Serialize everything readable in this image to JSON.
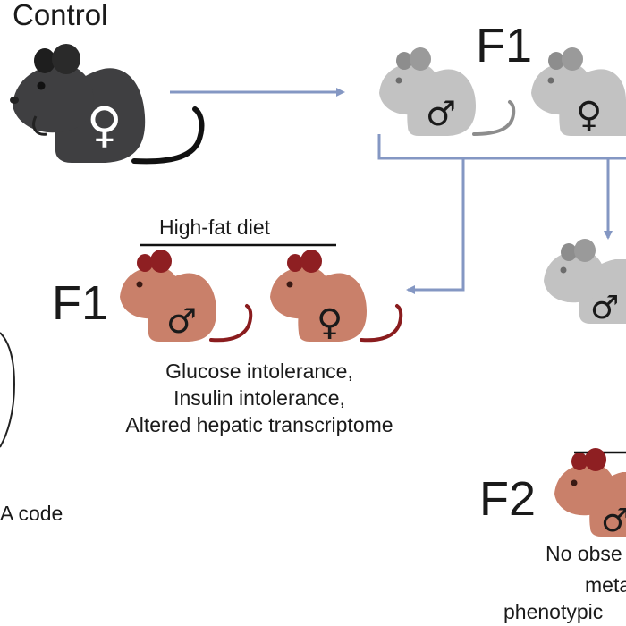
{
  "title": "Control",
  "generations": {
    "f1_top": "F1",
    "f1_left": "F1",
    "f2": "F2"
  },
  "diet_label": "High-fat diet",
  "f1_outcomes": [
    "Glucose intolerance,",
    "Insulin intolerance,",
    "Altered hepatic transcriptome"
  ],
  "clipped_text": {
    "left": "A code",
    "right_1": "No obse",
    "right_2": "metab",
    "right_3": "phenotypic"
  },
  "sex_symbols": {
    "female": "♀",
    "male": "♂"
  },
  "colors": {
    "control_mouse": "#3f3f41",
    "f1_untreated_mouse": "#c2c2c2",
    "hfd_mouse": "#c9806a",
    "hfd_ear": "#8e1f22",
    "hfd_tail": "#8a1c1e",
    "arrow": "#8497c3",
    "text": "#1a1a1a"
  }
}
